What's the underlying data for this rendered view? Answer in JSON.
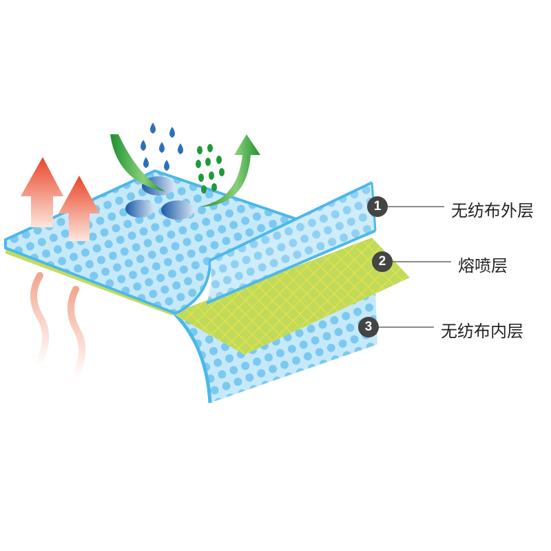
{
  "layers": [
    {
      "number": "1",
      "label": "无纺布外层"
    },
    {
      "number": "2",
      "label": "熔喷层"
    },
    {
      "number": "3",
      "label": "无纺布内层"
    }
  ],
  "colors": {
    "blue_layer": "#9fd8f5",
    "dot": "#6ec3ee",
    "edge": "#4cb8ea",
    "meltblown": "#c4dc5a",
    "grid": "#e8e24a",
    "heat": "#e8452a",
    "green": "#2e9e3a",
    "drop": "#1f63b0",
    "badge": "#444444"
  }
}
